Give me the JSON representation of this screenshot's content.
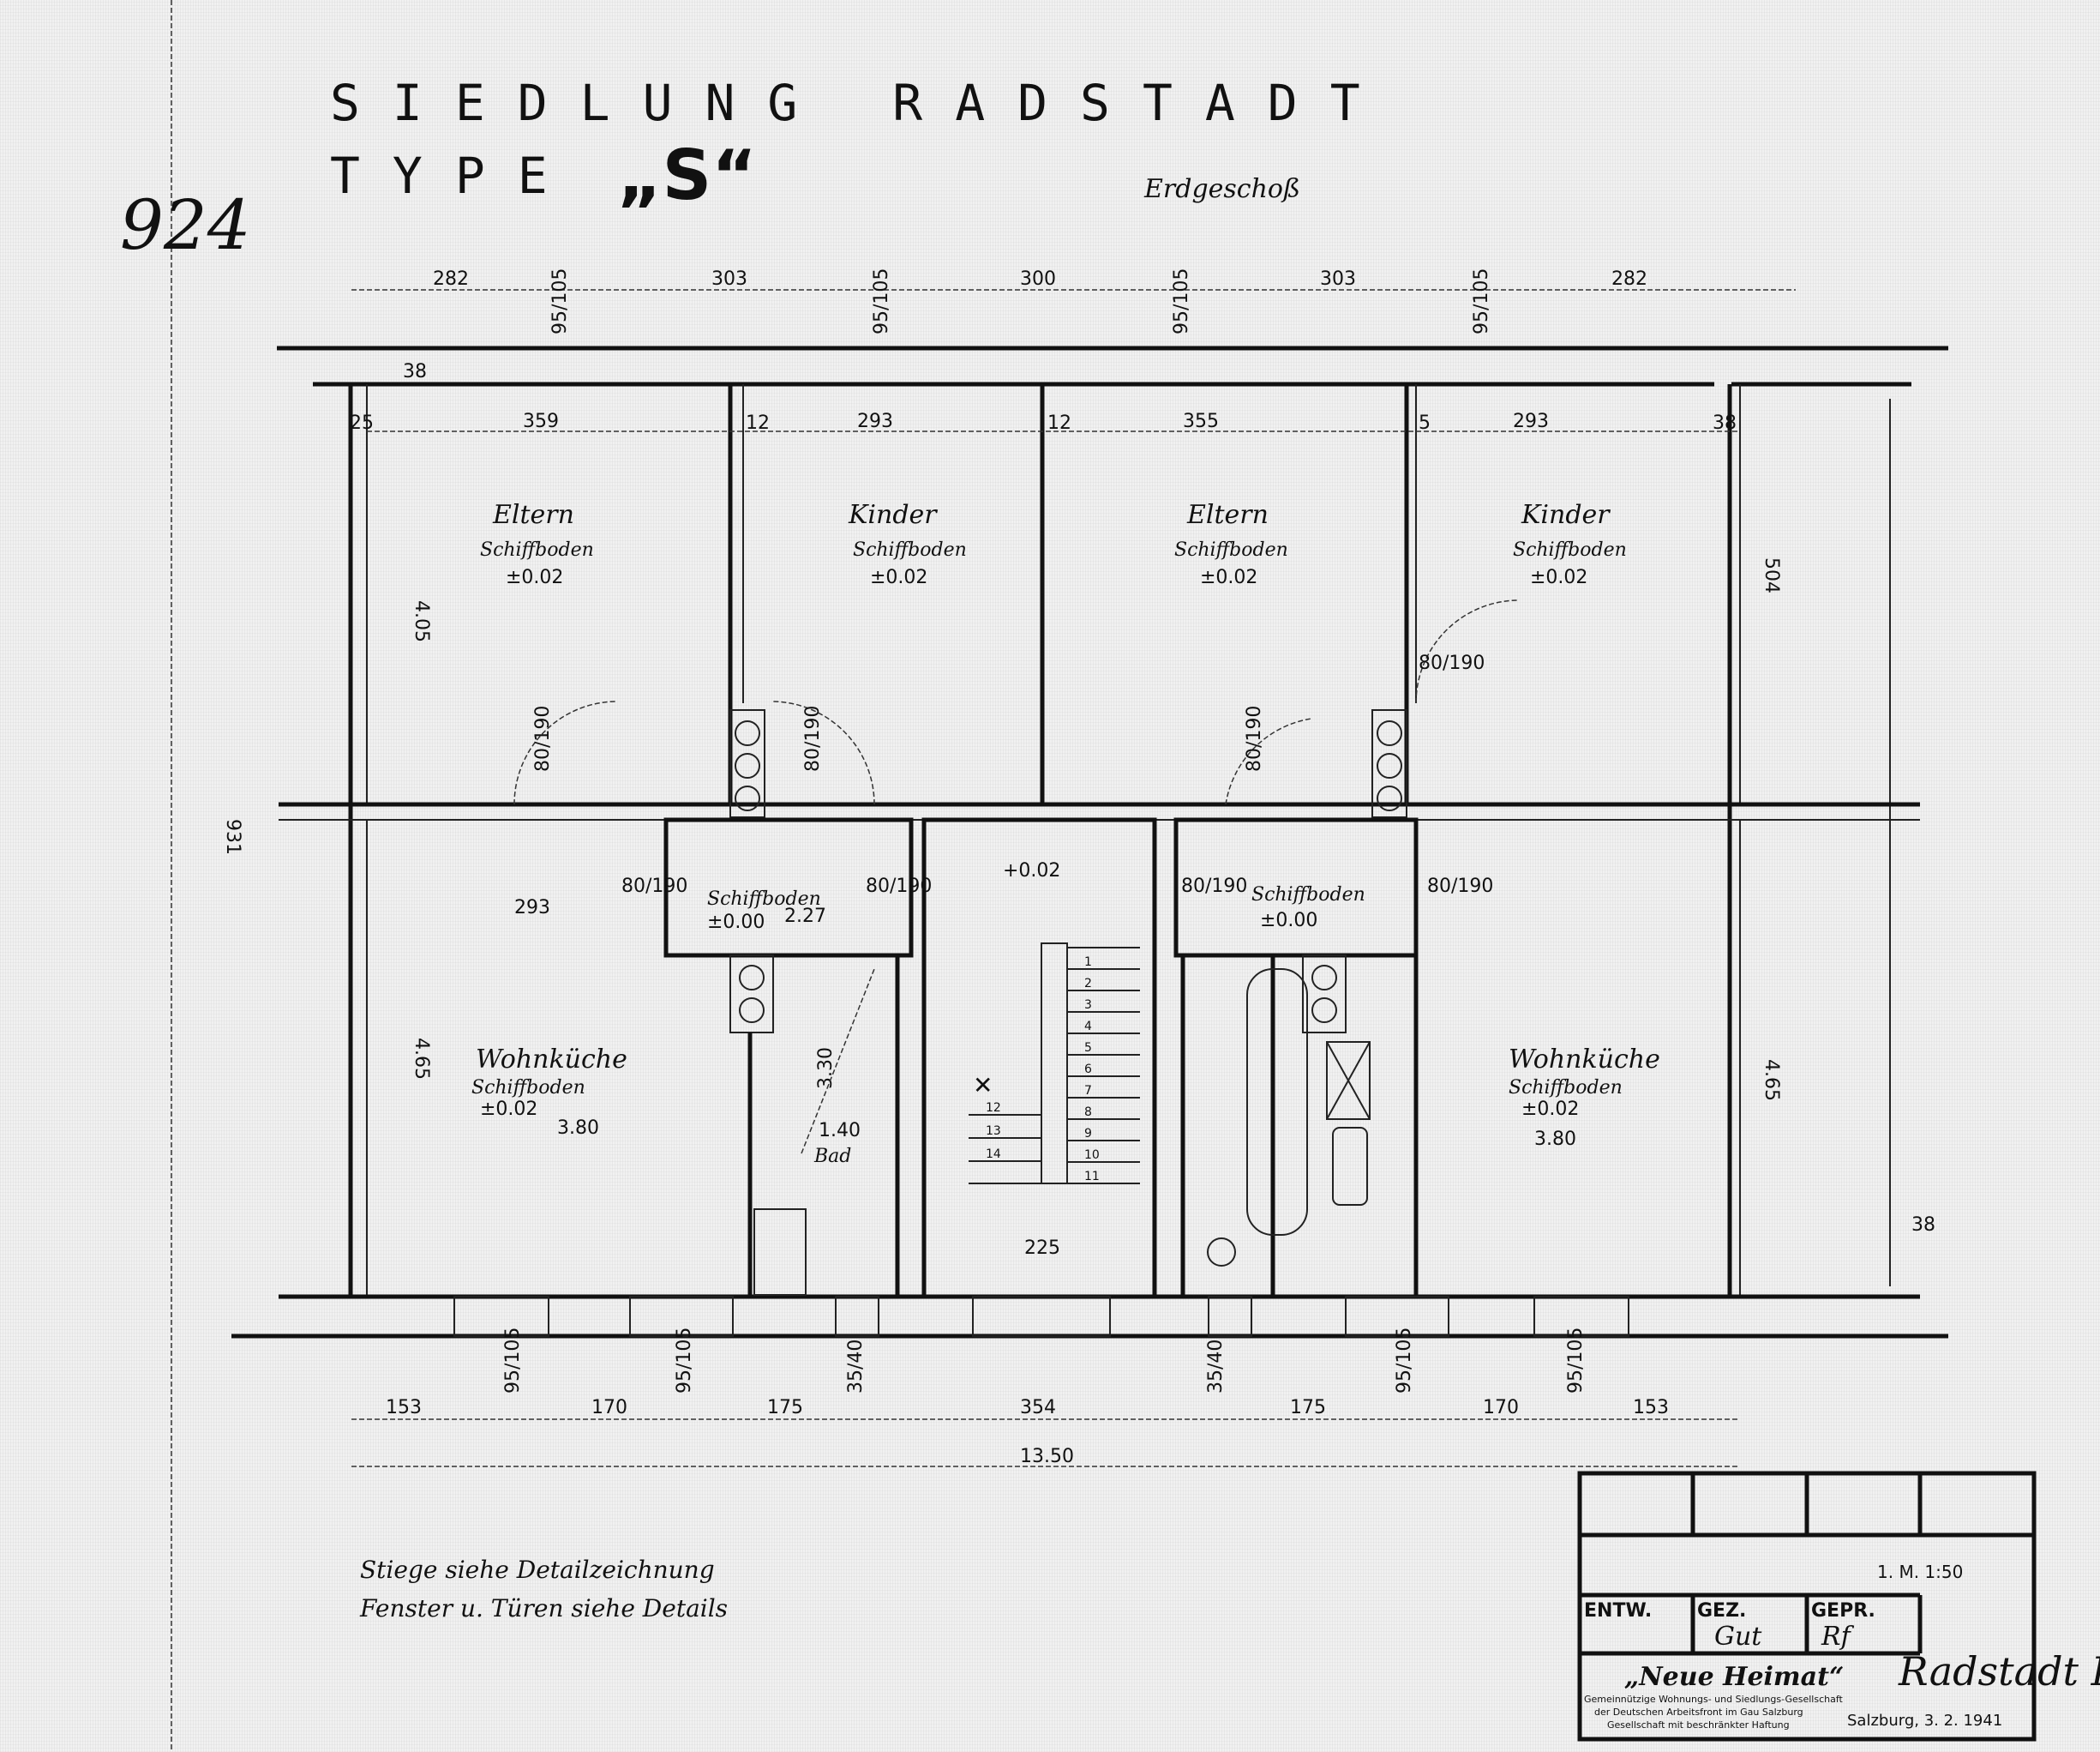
{
  "sheet_number": "924",
  "title": {
    "line1": "SIEDLUNG RADSTADT",
    "line2_prefix": "TYPE",
    "line2_type": "„S“",
    "floor": "Erdgeschoß"
  },
  "top_dimensions": [
    "282",
    "303",
    "300",
    "303",
    "282"
  ],
  "window_dims": "95/105",
  "room_width_dims": [
    "359",
    "293",
    "355",
    "293"
  ],
  "wall_dims": {
    "left": "25",
    "a": "12",
    "b": "12",
    "c": "5",
    "right": "38",
    "top": "38"
  },
  "vertical_dims": {
    "upper_left": "4.05",
    "upper_right": "504",
    "lower_left": "4.65",
    "lower_right": "4.65",
    "overall": "931",
    "bottom_right": "38"
  },
  "door_dims": "80/190",
  "rooms": {
    "upper": [
      {
        "name": "Eltern",
        "floor": "Schiffboden",
        "level": "±0.02"
      },
      {
        "name": "Kinder",
        "floor": "Schiffboden",
        "level": "±0.02"
      },
      {
        "name": "Eltern",
        "floor": "Schiffboden",
        "level": "±0.02"
      },
      {
        "name": "Kinder",
        "floor": "Schiffboden",
        "level": "±0.02"
      }
    ],
    "lower_left": {
      "name": "Wohnküche",
      "floor": "Schiffboden",
      "level": "±0.02",
      "dim_top": "293",
      "dim_bottom": "3.80"
    },
    "lower_right": {
      "name": "Wohnküche",
      "floor": "Schiffboden",
      "level": "±0.02",
      "dim_bottom": "3.80"
    },
    "hall_left": {
      "floor": "Schiffboden",
      "level": "±0.00",
      "dim": "2.27"
    },
    "hall_right": {
      "floor": "Schiffboden",
      "level": "±0.00"
    },
    "stair": {
      "level": "+0.02",
      "width": "225",
      "steps": [
        "1",
        "2",
        "3",
        "4",
        "5",
        "6",
        "7",
        "8",
        "9",
        "10",
        "11",
        "12",
        "13",
        "14"
      ]
    },
    "bath": {
      "name": "Bad",
      "dim": "1.40",
      "diag": "3.30"
    }
  },
  "bottom_dimensions": [
    "153",
    "170",
    "175",
    "354",
    "175",
    "170",
    "153"
  ],
  "bottom_window_dims": [
    "95/105",
    "95/105",
    "35/40",
    "35/40",
    "95/105",
    "95/105"
  ],
  "overall_length": "13.50",
  "notes": [
    "Stiege siehe Detailzeichnung",
    "Fenster u. Türen siehe Details"
  ],
  "title_block": {
    "scale": "1. M. 1:50",
    "entw_label": "ENTW.",
    "gez_label": "GEZ.",
    "gepr_label": "GEPR.",
    "gez_sign": "Gut",
    "gepr_sign": "Rf",
    "company": "„Neue Heimat“",
    "company_lines": [
      "Gemeinnützige Wohnungs- und Siedlungs-Gesellschaft",
      "der Deutschen Arbeitsfront im Gau Salzburg",
      "Gesellschaft mit beschränkter Haftung"
    ],
    "place_date": "Salzburg, 3. 2. 1941",
    "project_note": "Radstadt I"
  }
}
